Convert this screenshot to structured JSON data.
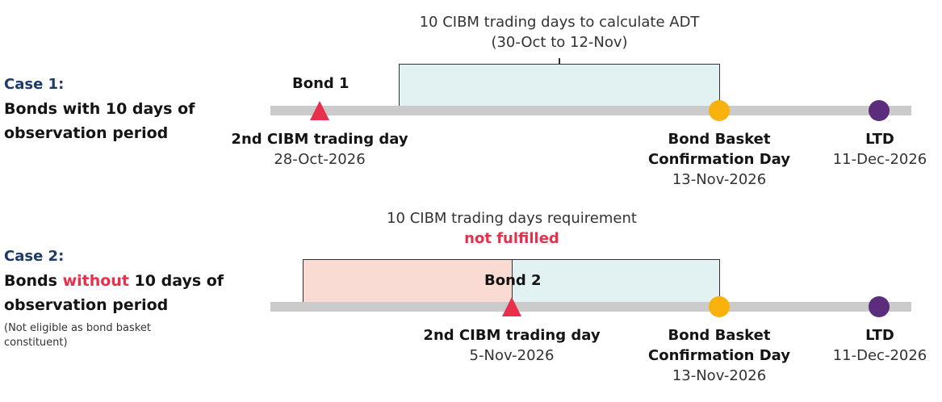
{
  "case1": {
    "title": "Case 1:",
    "desc_line1": "Bonds with 10 days of",
    "desc_line2": "observation period",
    "window_label_line1": "10 CIBM trading days to calculate ADT",
    "window_label_line2": "(30-Oct to 12-Nov)",
    "bond_label": "Bond 1",
    "trading_day_label": "2nd CIBM trading day",
    "trading_day_date": "28-Oct-2026",
    "basket_label_line1": "Bond Basket",
    "basket_label_line2": "Confirmation Day",
    "basket_date": "13-Nov-2026",
    "ltd_label": "LTD",
    "ltd_date": "11-Dec-2026"
  },
  "case2": {
    "title": "Case 2:",
    "desc_prefix": "Bonds ",
    "desc_highlight": "without",
    "desc_suffix": " 10 days of",
    "desc_line2": "observation period",
    "note_line1": "(Not eligible as bond basket",
    "note_line2": "constituent)",
    "window_label_line1": "10 CIBM trading days requirement",
    "window_label_line2": "not fulfilled",
    "bond_label": "Bond 2",
    "trading_day_label": "2nd CIBM trading day",
    "trading_day_date": "5-Nov-2026",
    "basket_label_line1": "Bond Basket",
    "basket_label_line2": "Confirmation Day",
    "basket_date": "13-Nov-2026",
    "ltd_label": "LTD",
    "ltd_date": "11-Dec-2026"
  },
  "colors": {
    "accent_red": "#e8304d",
    "title_navy": "#1e3a66",
    "window_teal": "#e2f2f2",
    "window_pink": "#f9dbd4",
    "timeline_gray": "#cbcbcb",
    "basket_yellow": "#f9b10c",
    "ltd_purple": "#5c2d7d"
  },
  "icons": {
    "bond_marker": "triangle-icon",
    "basket_marker": "yellow-dot-icon",
    "ltd_marker": "purple-dot-icon"
  }
}
